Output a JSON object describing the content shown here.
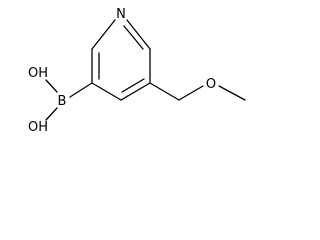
{
  "molecule": {
    "atoms": {
      "nitrogen": "N",
      "boron": "B",
      "hydroxyl_top": "OH",
      "hydroxyl_bottom": "OH",
      "ether_oxygen": "O"
    },
    "colors": {
      "bond": "#000000",
      "atom_label": "#000000",
      "background": "#ffffff"
    }
  }
}
